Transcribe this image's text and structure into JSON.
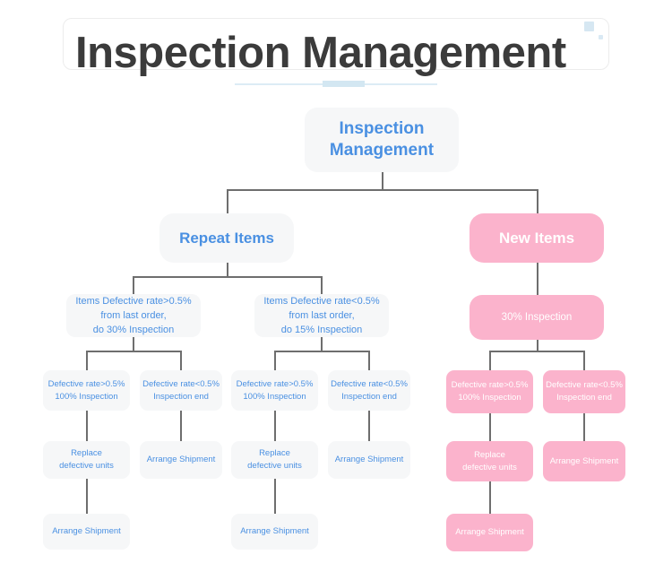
{
  "header": {
    "title": "Inspection Management",
    "decor": [
      "square-large",
      "square-small"
    ]
  },
  "colors": {
    "blue_node_bg": "#f6f7f8",
    "blue_node_text": "#4a90e2",
    "pink_node_bg": "#fbb3cc",
    "pink_node_text": "#ffffff",
    "connector": "#6e6e6e",
    "rule": "#dcecf5",
    "title_text": "#3b3b3b"
  },
  "chart_data": {
    "type": "diagram",
    "title": "Inspection Management",
    "nodes": [
      {
        "id": "root",
        "label": "Inspection\nManagement",
        "style": "blue",
        "level": 1
      },
      {
        "id": "repeat",
        "label": "Repeat Items",
        "style": "blue",
        "level": 2
      },
      {
        "id": "new",
        "label": "New Items",
        "style": "pink",
        "level": 2
      },
      {
        "id": "r-gt",
        "label": "Items Defective rate>0.5%\nfrom last order,\ndo 30% Inspection",
        "style": "blue",
        "level": 3
      },
      {
        "id": "r-lt",
        "label": "Items Defective rate<0.5%\nfrom last order,\ndo 15% Inspection",
        "style": "blue",
        "level": 3
      },
      {
        "id": "n-30",
        "label": "30% Inspection",
        "style": "pink",
        "level": 3
      },
      {
        "id": "r-gt-gt",
        "label": "Defective rate>0.5%\n100% Inspection",
        "style": "blue",
        "level": 4
      },
      {
        "id": "r-gt-lt",
        "label": "Defective rate<0.5%\nInspection end",
        "style": "blue",
        "level": 4
      },
      {
        "id": "r-lt-gt",
        "label": "Defective rate>0.5%\n100% Inspection",
        "style": "blue",
        "level": 4
      },
      {
        "id": "r-lt-lt",
        "label": "Defective rate<0.5%\nInspection end",
        "style": "blue",
        "level": 4
      },
      {
        "id": "n-gt",
        "label": "Defective rate>0.5%\n100% Inspection",
        "style": "pink",
        "level": 4
      },
      {
        "id": "n-lt",
        "label": "Defective rate<0.5%\nInspection end",
        "style": "pink",
        "level": 4
      },
      {
        "id": "r-gt-rep",
        "label": "Replace\ndefective units",
        "style": "blue",
        "level": 5
      },
      {
        "id": "r-gt-arr",
        "label": "Arrange Shipment",
        "style": "blue",
        "level": 5
      },
      {
        "id": "r-lt-rep",
        "label": "Replace\ndefective units",
        "style": "blue",
        "level": 5
      },
      {
        "id": "r-lt-arr",
        "label": "Arrange Shipment",
        "style": "blue",
        "level": 5
      },
      {
        "id": "n-rep",
        "label": "Replace\ndefective units",
        "style": "pink",
        "level": 5
      },
      {
        "id": "n-arr",
        "label": "Arrange Shipment",
        "style": "pink",
        "level": 5
      },
      {
        "id": "r-gt-ship",
        "label": "Arrange Shipment",
        "style": "blue",
        "level": 6
      },
      {
        "id": "r-lt-ship",
        "label": "Arrange Shipment",
        "style": "blue",
        "level": 6
      },
      {
        "id": "n-ship",
        "label": "Arrange Shipment",
        "style": "pink",
        "level": 6
      }
    ],
    "edges": [
      [
        "root",
        "repeat"
      ],
      [
        "root",
        "new"
      ],
      [
        "repeat",
        "r-gt"
      ],
      [
        "repeat",
        "r-lt"
      ],
      [
        "new",
        "n-30"
      ],
      [
        "r-gt",
        "r-gt-gt"
      ],
      [
        "r-gt",
        "r-gt-lt"
      ],
      [
        "r-lt",
        "r-lt-gt"
      ],
      [
        "r-lt",
        "r-lt-lt"
      ],
      [
        "n-30",
        "n-gt"
      ],
      [
        "n-30",
        "n-lt"
      ],
      [
        "r-gt-gt",
        "r-gt-rep"
      ],
      [
        "r-gt-lt",
        "r-gt-arr"
      ],
      [
        "r-lt-gt",
        "r-lt-rep"
      ],
      [
        "r-lt-lt",
        "r-lt-arr"
      ],
      [
        "n-gt",
        "n-rep"
      ],
      [
        "n-lt",
        "n-arr"
      ],
      [
        "r-gt-rep",
        "r-gt-ship"
      ],
      [
        "r-lt-rep",
        "r-lt-ship"
      ],
      [
        "n-rep",
        "n-ship"
      ]
    ]
  }
}
